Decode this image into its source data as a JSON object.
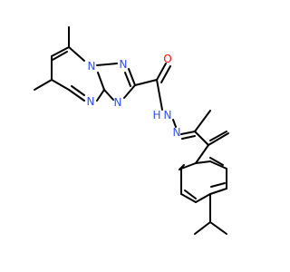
{
  "colors": {
    "bond": "#000000",
    "nitrogen": "#3050F8",
    "oxygen": "#FF0D0D",
    "carbon": "#000000",
    "background": "#FFFFFF"
  },
  "labels": {
    "n_pyrimidine_bottom": "N",
    "n_bridgehead": "N",
    "n_triazole_top": "N",
    "n_triazole_bottom": "N",
    "carbonyl_o": "O",
    "amide_nh_n": "N",
    "amide_nh_h": "H",
    "imine_n": "N"
  }
}
